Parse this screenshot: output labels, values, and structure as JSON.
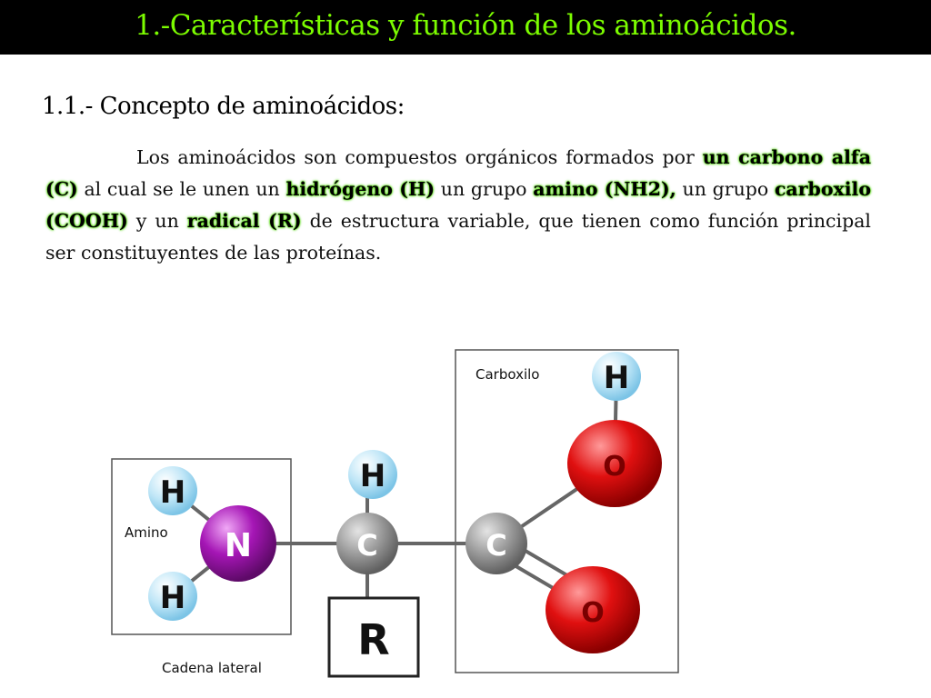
{
  "header": {
    "title": "1.-Características y función de los aminoácidos."
  },
  "section": {
    "subtitle": "1.1.- Concepto de aminoácidos:"
  },
  "paragraph": {
    "p1": "Los aminoácidos son compuestos orgánicos formados por ",
    "h1": "un carbono alfa (C)",
    "p2": " al cual se le unen un ",
    "h2": "hidrógeno (H)",
    "p3": " un grupo ",
    "h3": "amino (NH2),",
    "p4": " un grupo ",
    "h4": "carboxilo (COOH)",
    "p5": " y un ",
    "h5": "radical (R)",
    "p6": " de estructura variable, que tienen como función principal ser constituyentes de las proteínas."
  },
  "diagram": {
    "labels": {
      "carboxilo": "Carboxilo",
      "amino": "Amino",
      "cadena": "Cadena lateral"
    },
    "atoms": {
      "h": "H",
      "n": "N",
      "c": "C",
      "o": "O",
      "r": "R"
    },
    "colors": {
      "hydrogen": "#bfe6f7",
      "nitrogen": "#a516b5",
      "carbon": "#9a9a9a",
      "oxygen": "#e01010"
    }
  }
}
